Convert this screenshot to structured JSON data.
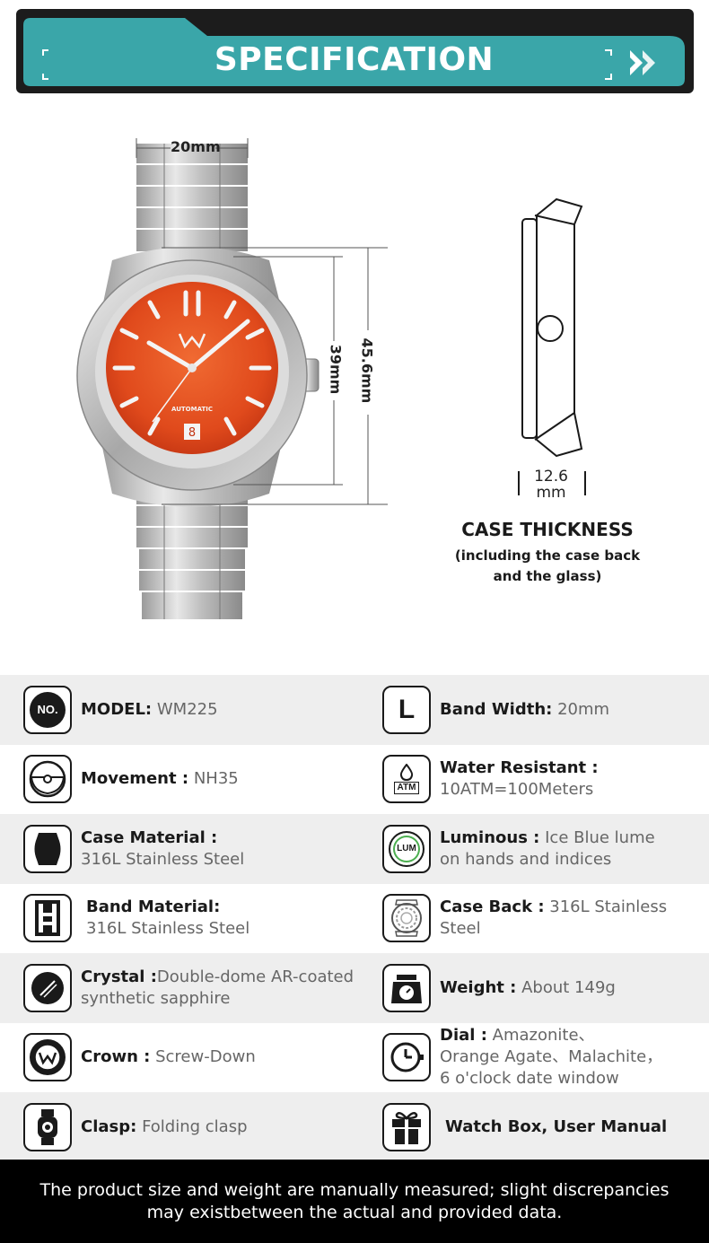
{
  "header": {
    "title": "SPECIFICATION"
  },
  "diagram": {
    "band_width": "20mm",
    "dial_diameter": "39mm",
    "case_length": "45.6mm",
    "thickness_value": "12.6",
    "thickness_unit": "mm",
    "dial_brand": "W",
    "dial_text": "AUTOMATIC",
    "dial_date": "8",
    "case_title": "CASE THICKNESS",
    "case_sub_line1": "(including the case back",
    "case_sub_line2": "and the glass)"
  },
  "specs": [
    {
      "left": {
        "icon": "no-badge-icon",
        "icon_text": "NO.",
        "label": "MODEL:",
        "value": "WM225"
      },
      "right": {
        "icon": "band-width-l-icon",
        "icon_text": "L",
        "label": "Band Width:",
        "value": "20mm"
      }
    },
    {
      "left": {
        "icon": "movement-rotor-icon",
        "label": "Movement :",
        "value": "NH35"
      },
      "right": {
        "icon": "water-drop-atm-icon",
        "icon_text": "ATM",
        "label": "Water Resistant :",
        "value": "10ATM=100Meters"
      }
    },
    {
      "left": {
        "icon": "watch-case-icon",
        "label": "Case Material :",
        "value": "316L Stainless Steel"
      },
      "right": {
        "icon": "lume-icon",
        "icon_text": "LUM",
        "label": "Luminous :",
        "value": "Ice Blue lume",
        "value2": "on hands and indices"
      }
    },
    {
      "left": {
        "icon": "bracelet-link-icon",
        "label": "Band Material:",
        "value": "316L Stainless Steel"
      },
      "right": {
        "icon": "case-back-icon",
        "label": "Case Back :",
        "value": "316L Stainless Steel"
      }
    },
    {
      "left": {
        "icon": "crystal-glass-icon",
        "label": "Crystal :",
        "value": "Double-dome AR-coated",
        "value2": "synthetic sapphire"
      },
      "right": {
        "icon": "weight-scale-icon",
        "label": "Weight :",
        "value": "About 149g"
      }
    },
    {
      "left": {
        "icon": "crown-logo-icon",
        "label": "Crown :",
        "value": "Screw-Down"
      },
      "right": {
        "icon": "dial-clock-icon",
        "label": "Dial :",
        "value": "Amazonite、",
        "value2": "Orange Agate、Malachite，",
        "value3": "6 o'clock date window"
      }
    },
    {
      "left": {
        "icon": "clasp-icon",
        "label": "Clasp:",
        "value": "Folding clasp"
      },
      "right": {
        "icon": "gift-box-icon",
        "label": "Watch Box, User Manual"
      }
    }
  ],
  "footer": {
    "line1": "The product size and weight are manually measured; slight discrepancies",
    "line2": "may existbetween the actual and provided data."
  },
  "colors": {
    "header_teal": "#3aa6a9",
    "dial_orange": "#e2501f",
    "dark": "#1a1a1a",
    "row_shade": "#eeeeee"
  }
}
